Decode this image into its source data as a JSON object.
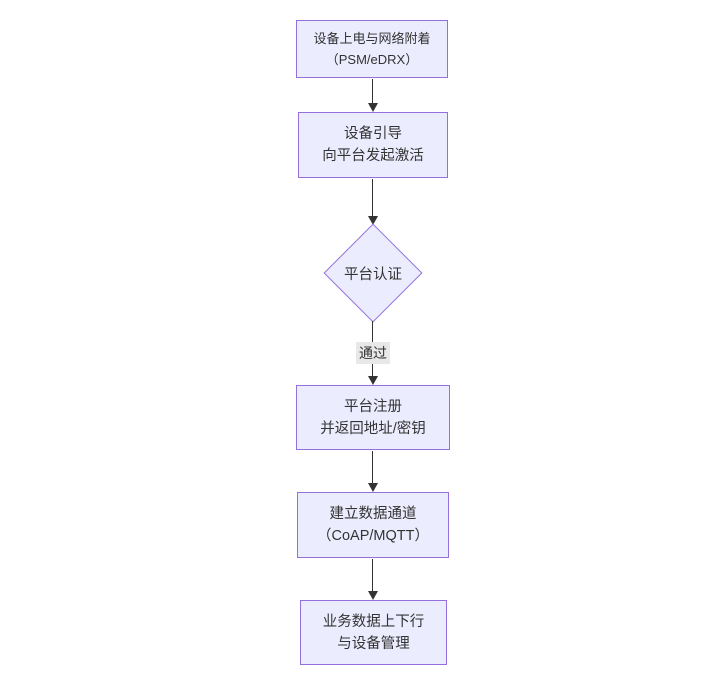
{
  "diagram": {
    "type": "flowchart",
    "direction": "top-down",
    "colors": {
      "canvas_bg": "#ffffff",
      "node_fill": "#ECECFF",
      "node_border": "#9370DB",
      "text": "#333333",
      "edge": "#333333",
      "edge_label_bg": "#e8e8e8"
    },
    "nodes": [
      {
        "id": "power-attach",
        "shape": "rect",
        "lines": [
          "设备上电与网络附着",
          "（PSM/eDRX）"
        ]
      },
      {
        "id": "bootstrap",
        "shape": "rect",
        "lines": [
          "设备引导",
          "向平台发起激活"
        ]
      },
      {
        "id": "platform-auth",
        "shape": "diamond",
        "lines": [
          "平台认证"
        ]
      },
      {
        "id": "register",
        "shape": "rect",
        "lines": [
          "平台注册",
          "并返回地址/密钥"
        ]
      },
      {
        "id": "data-channel",
        "shape": "rect",
        "lines": [
          "建立数据通道",
          "（CoAP/MQTT）"
        ]
      },
      {
        "id": "business",
        "shape": "rect",
        "lines": [
          "业务数据上下行",
          "与设备管理"
        ]
      }
    ],
    "edges": [
      {
        "from": "power-attach",
        "to": "bootstrap",
        "label": ""
      },
      {
        "from": "bootstrap",
        "to": "platform-auth",
        "label": ""
      },
      {
        "from": "platform-auth",
        "to": "register",
        "label": "通过"
      },
      {
        "from": "register",
        "to": "data-channel",
        "label": ""
      },
      {
        "from": "data-channel",
        "to": "business",
        "label": ""
      }
    ]
  }
}
